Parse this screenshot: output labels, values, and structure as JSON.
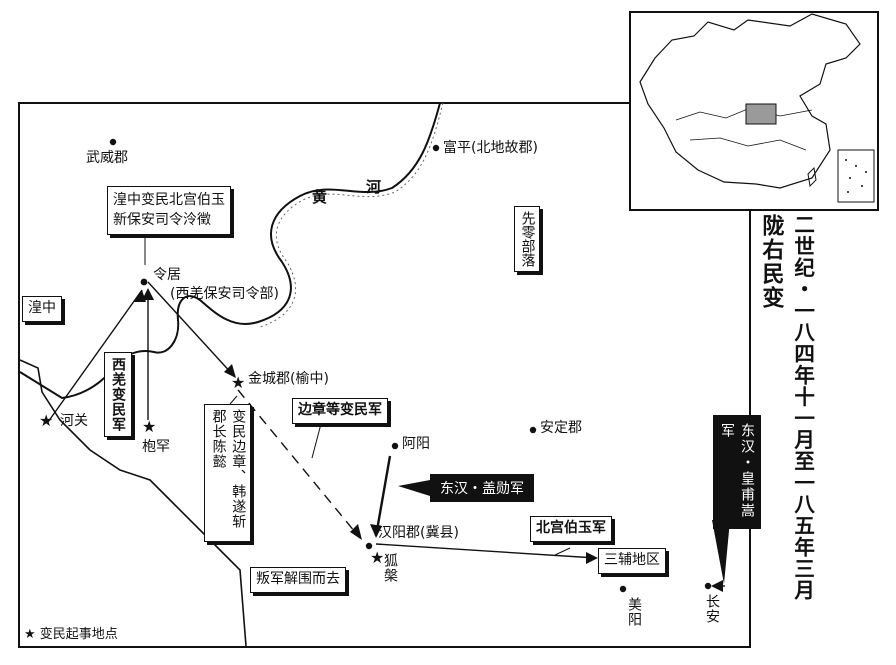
{
  "title": {
    "line1": "陇右民变",
    "line2": "二世纪・一八四年十一月至一八五年三月"
  },
  "legend": {
    "text": "★ 变民起事地点"
  },
  "river": {
    "char1": "黄",
    "char2": "河"
  },
  "places": {
    "wuwei": "武威郡",
    "fuping": "富平(北地故郡)",
    "lingju": "令居",
    "lingju_note": "(西羌保安司令部)",
    "huangzhong": "湟中",
    "heguan": "河关",
    "baohan": "枹罕",
    "jincheng": "金城郡(榆中)",
    "anding": "安定郡",
    "a_yang": "阿阳",
    "hanyang": "汉阳郡(冀县)",
    "huli": "狐槃",
    "meiyang": "美阳",
    "changan": "长安",
    "xianling": "先零部落",
    "sanfu": "三辅地区"
  },
  "boxes": {
    "huangzhong_rebels": "湟中变民北宫伯玉\n新保安司令泠徵",
    "qiang_rebels": "西羌变民军",
    "bianzhang_army": "边章等变民军",
    "beigong_army": "北宫伯玉军",
    "siege_lifted": "叛军解围而去",
    "jincheng_event": "变民边章、韩遂斩郡长陈懿",
    "gaixun_army": "东汉・盖勋军",
    "huangfusong_army": "东汉・皇甫嵩军"
  },
  "colors": {
    "ink": "#111111",
    "inset_fill": "#9a9a9a",
    "background": "#ffffff"
  },
  "icons": {
    "star": "rebellion-star-icon",
    "dot": "city-dot-icon"
  }
}
